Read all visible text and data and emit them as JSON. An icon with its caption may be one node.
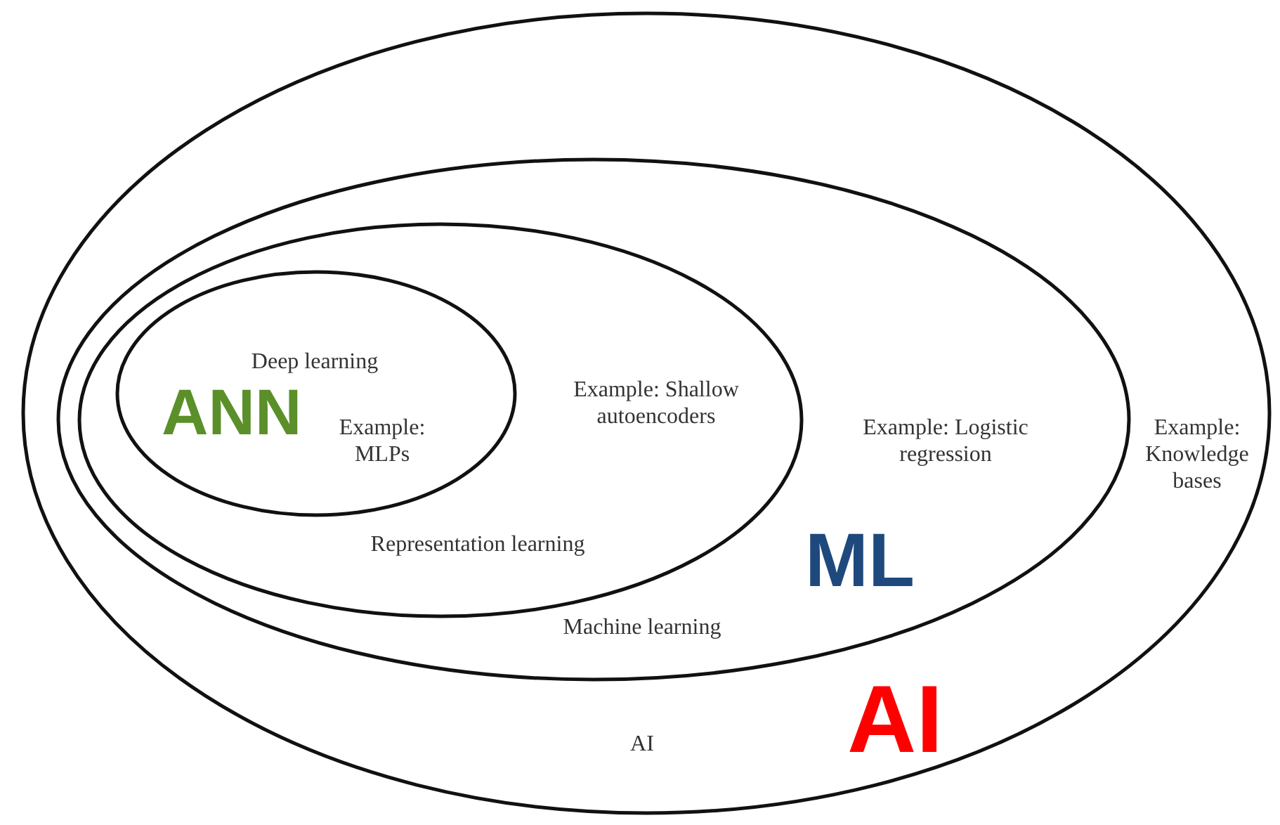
{
  "diagram": {
    "nodes": [
      {
        "text": [
          "Example: Knowledge bases",
          "AI"
        ]
      },
      {
        "text": [
          "Example: Logistic regression",
          "Machine learning"
        ],
        "in": 0
      },
      {
        "text": [
          "Example: Shallow autoencoders",
          "Representation learning"
        ],
        "in": 1
      },
      {
        "text": [
          "Deep learning",
          "Example: MLPs"
        ],
        "in": 2
      }
    ],
    "edges": [],
    "labels": [
      "ANN",
      "ML",
      "AI"
    ]
  }
}
